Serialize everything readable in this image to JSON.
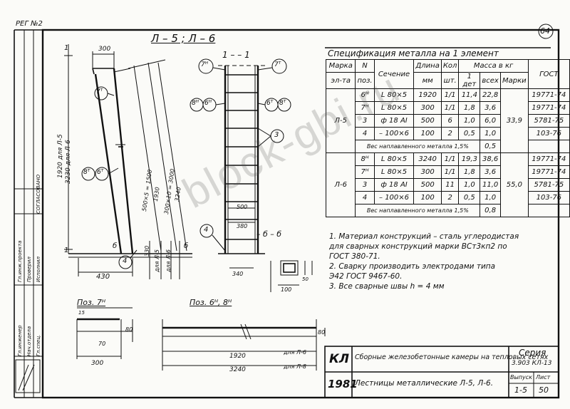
{
  "corner_stamp": "РЕГ №2",
  "page_number": "64",
  "views": {
    "main_title": "Л – 5 ; Л – 6",
    "section_1_1": "1 – – 1",
    "section_b_b": "– б – б",
    "pos7_title": "Поз. 7ᴴ",
    "pos6_8_title": "Поз. 6ᴴ, 8ᴴ"
  },
  "dims": {
    "d300_top": "300",
    "d430": "430",
    "d1920_l5": "1920 для Л-5",
    "d3230_l6": "3230 для Л-6",
    "d500x5": "500×5 = 1500",
    "d1930": "1930",
    "d300x10": "300×10 = 3000",
    "d3240": "3240",
    "d330": "330",
    "for_l5": "для Л-5",
    "for_l6": "для Л-6",
    "d500_ladder": "500",
    "d380": "380",
    "d340": "340",
    "d100": "100",
    "d50": "50",
    "d15": "15",
    "d80": "80",
    "d70": "70",
    "d1920_bottom": "1920",
    "d3240_bottom": "3240",
    "for_l6_bottom": "для Л-6",
    "for_l8_bottom": "для Л-8",
    "d300_bottom": "300",
    "d80_right": "80"
  },
  "callouts": {
    "c7t_left": "7ᵀ",
    "c8t_left": "8ᵀ",
    "c6t_left": "6ᵀ",
    "c4_left": "4",
    "c7n_top": "7ᴴ",
    "c7t_top": "7ᵀ",
    "c8n_mid": "8ᴴ",
    "c6n_mid": "6ᴴ",
    "c6t_mid": "6ᵀ",
    "c8t_mid": "8ᵀ",
    "c3_mid": "3",
    "c4_mid": "4",
    "label_b": "б",
    "label_b2": "б",
    "label_1a": "1",
    "label_1b": "1"
  },
  "spec": {
    "title": "Спецификация металла на 1 элемент",
    "headers": {
      "mark": "Марка",
      "mark2": "эл-та",
      "pos": "N",
      "pos2": "поз.",
      "section": "Сечение",
      "length": "Длина",
      "length_unit": "мм",
      "qty": "Кол",
      "qty_unit": "шт.",
      "mass": "Масса в кг",
      "mass_1": "1 дет",
      "mass_all": "всех",
      "mark_mass": "Марки",
      "gost": "ГОСТ"
    },
    "l5": {
      "name": "Л-5",
      "mark_mass": "33,9",
      "rows": [
        {
          "pos": "6ᴴ",
          "section": "L 80×5",
          "length": "1920",
          "qty": "1/1",
          "m1": "11,4",
          "mall": "22,8",
          "gost": "19771-74"
        },
        {
          "pos": "7ᴴ",
          "section": "L 80×5",
          "length": "300",
          "qty": "1/1",
          "m1": "1,8",
          "mall": "3,6",
          "gost": "19771-74"
        },
        {
          "pos": "3",
          "section": "ф 18 АI",
          "length": "500",
          "qty": "6",
          "m1": "1,0",
          "mall": "6,0",
          "gost": "5781-75"
        },
        {
          "pos": "4",
          "section": "– 100×6",
          "length": "100",
          "qty": "2",
          "m1": "0,5",
          "mall": "1,0",
          "gost": "103-76"
        }
      ],
      "weld_label": "Вес наплавленного металла 1,5%",
      "weld_value": "0,5"
    },
    "l6": {
      "name": "Л-6",
      "mark_mass": "55,0",
      "rows": [
        {
          "pos": "8ᴴ",
          "section": "L 80×5",
          "length": "3240",
          "qty": "1/1",
          "m1": "19,3",
          "mall": "38,6",
          "gost": "19771-74"
        },
        {
          "pos": "7ᴴ",
          "section": "L 80×5",
          "length": "300",
          "qty": "1/1",
          "m1": "1,8",
          "mall": "3,6",
          "gost": "19771-74"
        },
        {
          "pos": "3",
          "section": "ф 18 АI",
          "length": "500",
          "qty": "11",
          "m1": "1,0",
          "mall": "11,0",
          "gost": "5781-75"
        },
        {
          "pos": "4",
          "section": "– 100×6",
          "length": "100",
          "qty": "2",
          "m1": "0,5",
          "mall": "1,0",
          "gost": "103-76"
        }
      ],
      "weld_label": "Вес наплавленного металла 1,5%",
      "weld_value": "0,8"
    }
  },
  "notes": [
    "1. Материал конструкций – сталь углеродистая",
    "для сварных конструкций марки ВСт3кп2 по",
    "ГОСТ 380-71.",
    "2. Сварку производить электродами типа",
    "Э42 ГОСТ 9467-60.",
    "3. Все сварные швы h = 4 мм"
  ],
  "title_block": {
    "code": "КЛ",
    "line1": "Сборные железобетонные камеры на тепловых сетях",
    "year": "1981",
    "line2": "Лестницы металлические Л-5, Л-6.",
    "series_label": "Серия",
    "series_value": "3.903 КЛ-13",
    "issue_label": "Выпуск",
    "sheet_label": "Лист",
    "issue_value": "1-5",
    "sheet_value": "50"
  },
  "left_strip": {
    "approved": "СОГЛАСОВАНО",
    "s1": "Гл.инженер",
    "s2": "Нач.отдела",
    "s3": "Гл.спец.",
    "s4": "Гл.инж.проекта",
    "s5": "Проверил",
    "s6": "Исполнил"
  },
  "watermark": "block-gbi.ru"
}
